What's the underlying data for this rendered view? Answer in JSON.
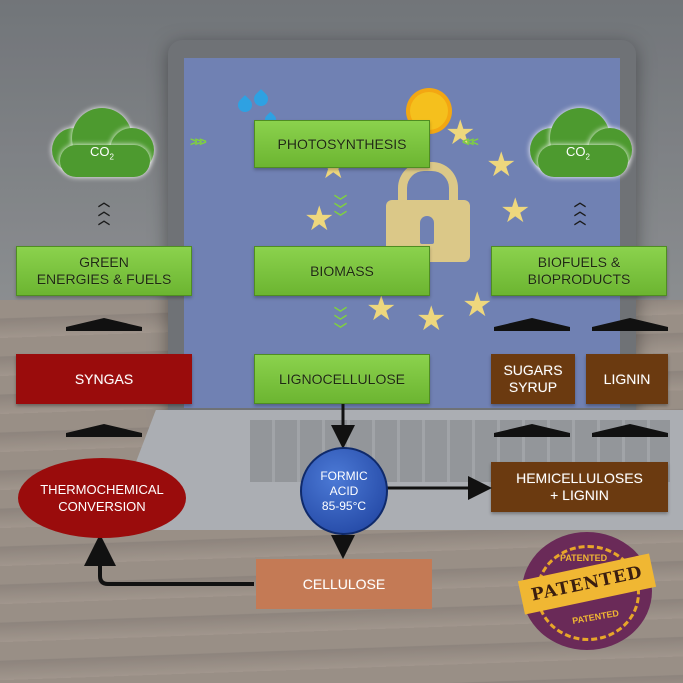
{
  "nodes": {
    "photosynthesis": "PHOTOSYNTHESIS",
    "biomass": "BIOMASS",
    "lignocellulose": "LIGNOCELLULOSE",
    "green_energies": "GREEN\nENERGIES & FUELS",
    "biofuels": "BIOFUELS &\nBIOPRODUCTS",
    "syngas": "SYNGAS",
    "sugars": "SUGARS\nSYRUP",
    "lignin": "LIGNIN",
    "formic": "FORMIC\nACID\n85-95°C",
    "thermo": "THERMOCHEMICAL\nCONVERSION",
    "hemicelluloses": "HEMICELLULOSES\n+ LIGNIN",
    "cellulose": "CELLULOSE"
  },
  "clouds": {
    "left_label": "CO",
    "left_sub": "2",
    "right_label": "CO",
    "right_sub": "2"
  },
  "seal": {
    "band": "PATENTED",
    "arc_top": "PATENTED",
    "arc_bottom": "PATENTED"
  },
  "colors": {
    "green_box": "#76c03b",
    "red_box": "#9a0c0c",
    "brown_box": "#6b3a10",
    "cellulose_box": "#c47a55",
    "formic_circle": "#2451b3",
    "cloud": "#4d9a2f"
  },
  "icons": [
    "sun-icon",
    "water-drops-icon",
    "eu-stars-icon",
    "padlock-icon",
    "cloud-co2-icon",
    "patented-seal-icon"
  ]
}
